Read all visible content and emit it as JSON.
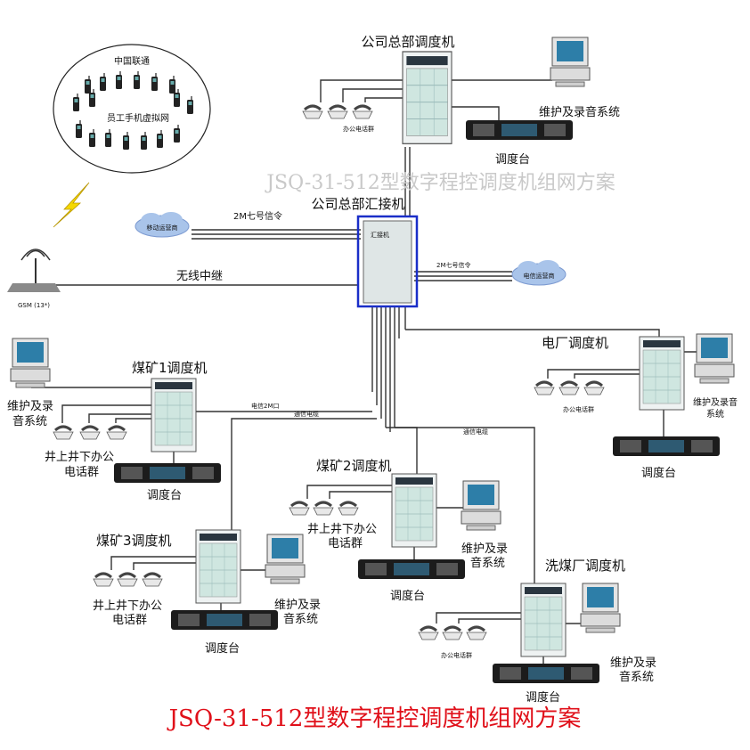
{
  "title_main": "JSQ-31-512型数字程控调度机组网方案",
  "title_watermark": "JSQ-31-512型数字程控调度机组网方案",
  "hq": {
    "switch_label": "公司总部调度机",
    "office_phones": "办公电话群",
    "maintenance": "维护及录音系统",
    "console": "调度台"
  },
  "tandem": {
    "label": "公司总部汇接机",
    "cabinet_text": "汇接机",
    "link_mobile": "2M七号信令",
    "link_telecom": "2M七号信令",
    "mobile_cloud": "移动运营商",
    "telecom_cloud": "电信运营商",
    "wireless": "无线中继"
  },
  "gsm": {
    "label": "GSM (13*)"
  },
  "phone_group": {
    "operator": "中国联通",
    "vnet": "员工手机虚拟网"
  },
  "mine1": {
    "switch_label": "煤矿1调度机",
    "maintenance_1": "维护及录",
    "maintenance_2": "音系统",
    "phones_1": "井上井下办公",
    "phones_2": "电话群",
    "console": "调度台",
    "link": "电信2M口"
  },
  "mine2": {
    "switch_label": "煤矿2调度机",
    "phones_1": "井上井下办公",
    "phones_2": "电话群",
    "maintenance_1": "维护及录",
    "maintenance_2": "音系统",
    "console": "调度台"
  },
  "mine3": {
    "switch_label": "煤矿3调度机",
    "phones_1": "井上井下办公",
    "phones_2": "电话群",
    "maintenance_1": "维护及录",
    "maintenance_2": "音系统",
    "console": "调度台"
  },
  "power": {
    "switch_label": "电厂调度机",
    "office_phones": "办公电话群",
    "maintenance_1": "维护及录音",
    "maintenance_2": "系统",
    "console": "调度台"
  },
  "wash": {
    "switch_label": "洗煤厂调度机",
    "office_phones": "办公电话群",
    "maintenance_1": "维护及录",
    "maintenance_2": "音系统",
    "console": "调度台"
  },
  "cable_labels": {
    "comm_1": "通信电缆",
    "comm_2": "通信电缆"
  },
  "colors": {
    "title_red": "#e0101a",
    "watermark_gray": "#c9c9c9",
    "tandem_border": "#1a2ec8",
    "cloud_blue": "#a9c4ea"
  }
}
